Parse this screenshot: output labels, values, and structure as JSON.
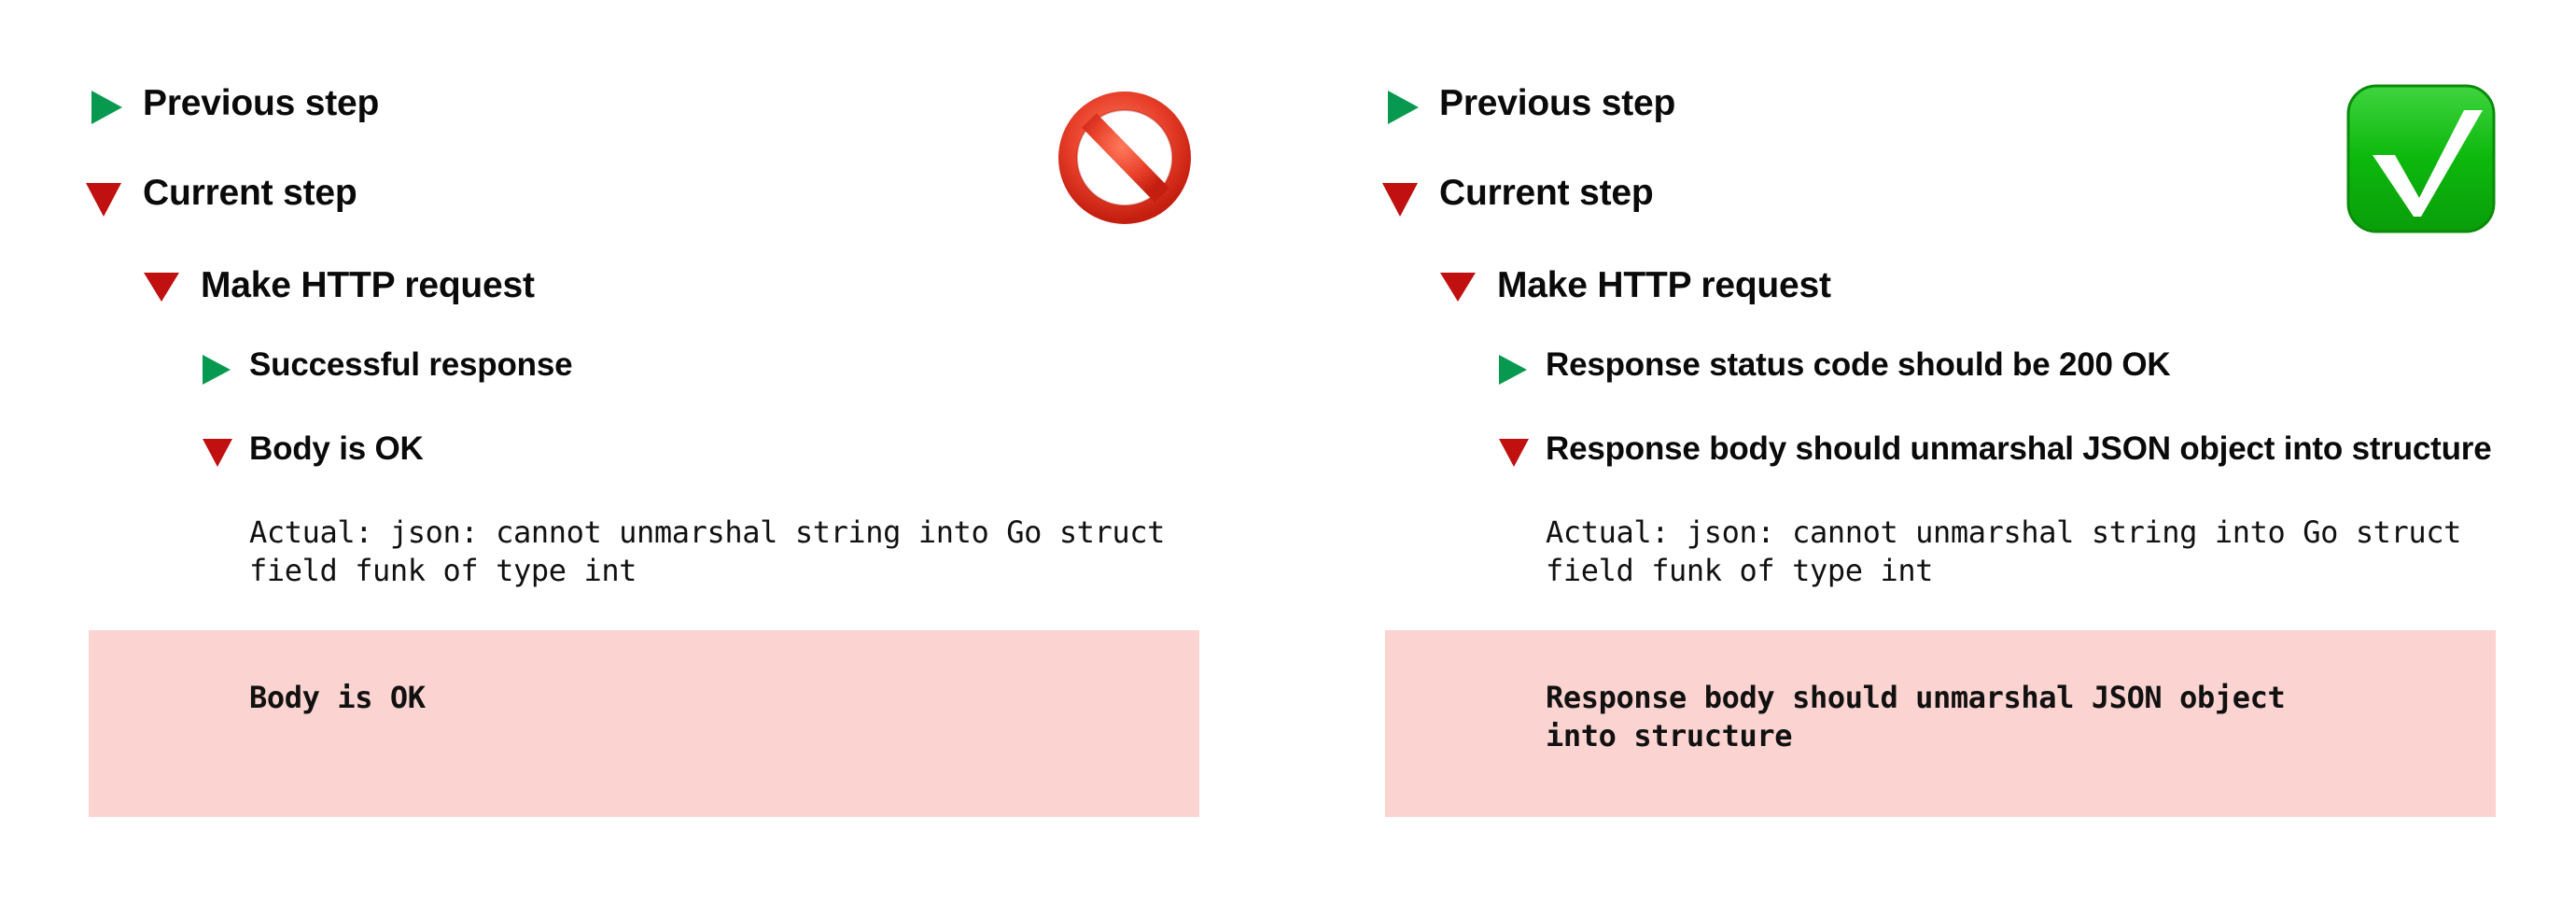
{
  "panels": [
    {
      "status": "fail",
      "status_icon": "prohibited-icon",
      "colors": {
        "pass_triangle": "#089950",
        "fail_triangle": "#c01010",
        "failure_box_bg": "#fbd3d0"
      },
      "steps": [
        {
          "level": 0,
          "state": "collapsed-pass",
          "label": "Previous step"
        },
        {
          "level": 0,
          "state": "expanded-fail",
          "label": "Current step"
        },
        {
          "level": 1,
          "state": "expanded-fail",
          "label": "Make HTTP request"
        },
        {
          "level": 2,
          "state": "collapsed-pass",
          "label": "Successful response"
        },
        {
          "level": 2,
          "state": "expanded-fail",
          "label": "Body is OK"
        }
      ],
      "actual": "Actual: json: cannot unmarshal string into Go struct field funk of type int",
      "failure_message": "Body is OK"
    },
    {
      "status": "pass",
      "status_icon": "check-mark-icon",
      "colors": {
        "pass_triangle": "#089950",
        "fail_triangle": "#c01010",
        "failure_box_bg": "#fbd3d0"
      },
      "steps": [
        {
          "level": 0,
          "state": "collapsed-pass",
          "label": "Previous step"
        },
        {
          "level": 0,
          "state": "expanded-fail",
          "label": "Current step"
        },
        {
          "level": 1,
          "state": "expanded-fail",
          "label": "Make HTTP request"
        },
        {
          "level": 2,
          "state": "collapsed-pass",
          "label": "Response status code should be 200 OK"
        },
        {
          "level": 2,
          "state": "expanded-fail",
          "label": "Response body should unmarshal JSON object into structure"
        }
      ],
      "actual": "Actual: json: cannot unmarshal string into Go struct field funk of type int",
      "failure_message": "Response body should unmarshal JSON object into structure"
    }
  ]
}
